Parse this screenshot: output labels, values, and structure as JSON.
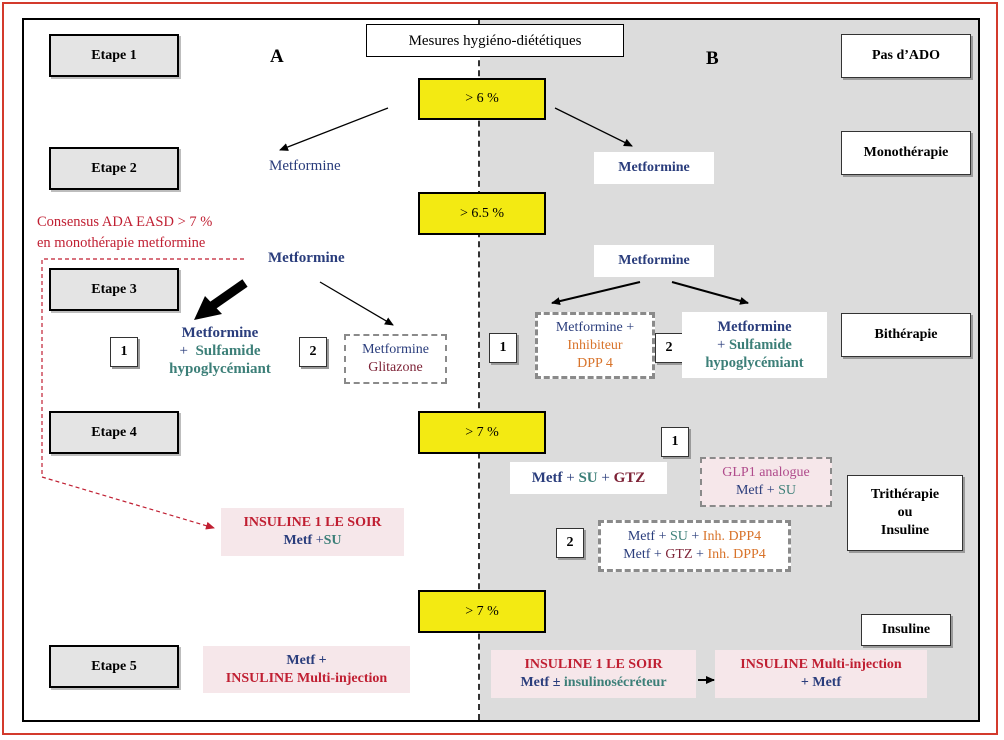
{
  "colors": {
    "frame": "#d33a2c",
    "yellow": "#f3ea12",
    "navy": "#2a3d7c",
    "teal": "#3c7f78",
    "orange": "#d8732a",
    "maroon": "#7d2236",
    "red": "#c01f32",
    "magenta": "#b04c8c",
    "grey_panel": "#dcdcdc"
  },
  "header": {
    "mesures": "Mesures hygiéno-diététiques",
    "col_a": "A",
    "col_b": "B"
  },
  "etapes": [
    "Etape 1",
    "Etape 2",
    "Etape 3",
    "Etape 4",
    "Etape 5"
  ],
  "thresholds": [
    "> 6 %",
    "> 6.5 %",
    "> 7 %",
    "> 7 %"
  ],
  "right_labels": {
    "pas_ado": "Pas d’ADO",
    "mono": "Monothérapie",
    "bi": "Bithérapie",
    "tri1": "Trithérapie",
    "tri2": "ou",
    "tri3": "Insuline",
    "insuline": "Insuline"
  },
  "consensus": {
    "line1": "Consensus ADA EASD > 7 %",
    "line2": "en monothérapie metformine"
  },
  "numbers": {
    "one": "1",
    "two": "2"
  },
  "colA": {
    "metformine_e2": "Metformine",
    "metformine_e3": "Metformine",
    "opt1_metformine": "Metformine",
    "opt1_plus": "+",
    "opt1_sulfamide": "Sulfamide",
    "opt1_hypo": "hypoglycémiant",
    "opt2_metformine": "Metformine",
    "opt2_glitazone": "Glitazone",
    "insuline_soir": "INSULINE  1 LE SOIR",
    "metf": "Metf",
    "plus": "+",
    "su": "SU",
    "e5_metf_plus": "Metf +",
    "e5_multi": "INSULINE Multi-injection"
  },
  "colB": {
    "metformine_e2": "Metformine",
    "metformine_e3": "Metformine",
    "opt1_metformine_plus": "Metformine +",
    "opt1_inhibiteur": "Inhibiteur",
    "opt1_dpp4": "DPP 4",
    "opt2_metformine": "Metformine",
    "opt2_plus": "+",
    "opt2_sulfamide": "Sulfamide",
    "opt2_hypo": "hypoglycémiant",
    "tri_metf": "Metf",
    "tri_plus": "+",
    "tri_su": "SU",
    "tri_gtz": "GTZ",
    "glp1": "GLP1 analogue",
    "glp1_metf": "Metf",
    "glp1_su": "SU",
    "inh_dpp4": "Inh. DPP4",
    "gtz": "GTZ",
    "e5_insuline_soir": "INSULINE  1 LE SOIR",
    "e5_metf_pm": "Metf ±",
    "e5_insulino": "insulinosécréteur",
    "e5_multi": "INSULINE Multi-injection",
    "e5_plus_metf": "+ Metf"
  }
}
